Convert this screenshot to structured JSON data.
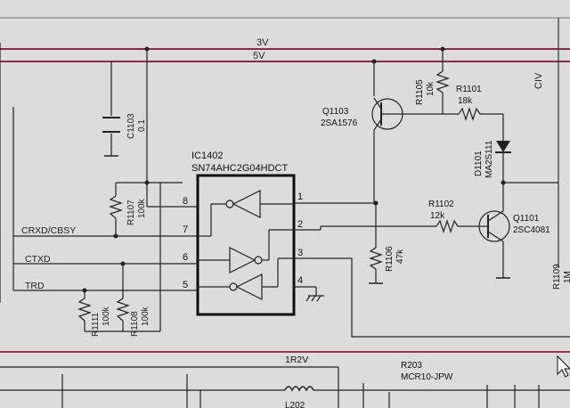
{
  "rails": {
    "v3": "3V",
    "v5": "5V"
  },
  "ic": {
    "ref": "IC1402",
    "part": "SN74AHC2G04HDCT",
    "pins": [
      "1",
      "2",
      "3",
      "4",
      "5",
      "6",
      "7",
      "8"
    ]
  },
  "nets": {
    "crxd": "CRXD/CBSY",
    "ctxd": "CTXD",
    "trd": "TRD",
    "civ": "CIV",
    "r1r2v": "1R2V"
  },
  "capacitor": {
    "ref": "C1103",
    "value": "0.1"
  },
  "resistors": [
    {
      "ref": "R1107",
      "value": "100k"
    },
    {
      "ref": "R1111",
      "value": "100k"
    },
    {
      "ref": "R1108",
      "value": "100k"
    },
    {
      "ref": "R1105",
      "value": "10k"
    },
    {
      "ref": "R1101",
      "value": "18k"
    },
    {
      "ref": "R1102",
      "value": "12k"
    },
    {
      "ref": "R1106",
      "value": "47k"
    },
    {
      "ref": "R1109",
      "value": "1M"
    },
    {
      "ref": "R203",
      "value": "MCR10-JPW"
    }
  ],
  "transistors": [
    {
      "ref": "Q1103",
      "part": "2SA1576"
    },
    {
      "ref": "Q1101",
      "part": "2SC4081"
    }
  ],
  "diode": {
    "ref": "D1101",
    "part": "MA2S111"
  },
  "inductor": {
    "ref": "L202"
  },
  "colors": {
    "background": "#dcdcdc",
    "wire": "#222222",
    "rail": "#8a2a48",
    "rail_lower": "#9a3550"
  }
}
